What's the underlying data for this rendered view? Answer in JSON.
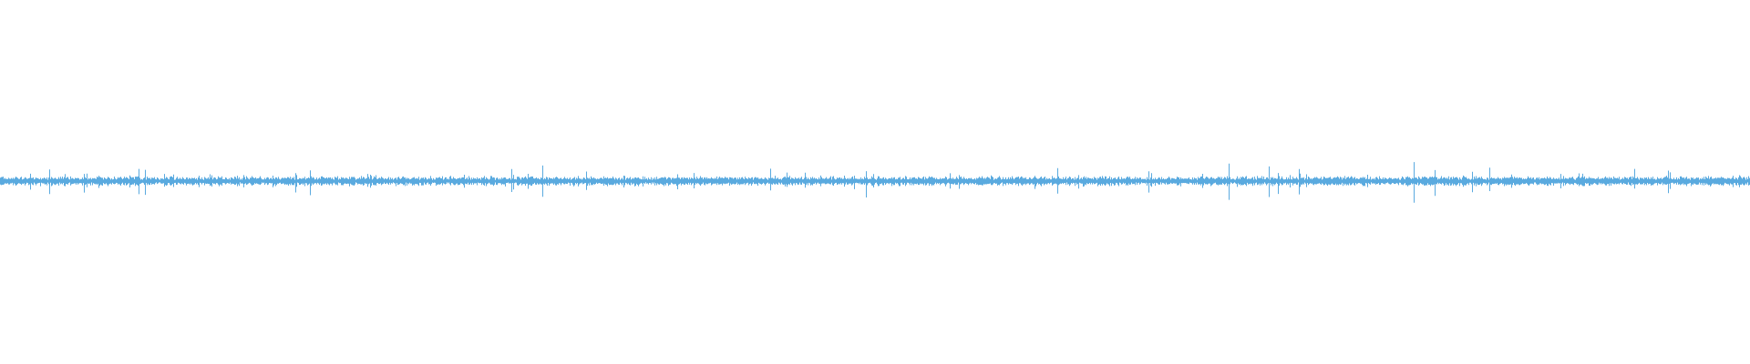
{
  "waveform": {
    "color": "#5aaadf",
    "background": "#ffffff",
    "level": 0.03,
    "seed": 20240617,
    "spikes": [
      {
        "position": 0.028,
        "amplitude": 0.09
      },
      {
        "position": 0.048,
        "amplitude": 0.07
      },
      {
        "position": 0.079,
        "amplitude": 0.1
      },
      {
        "position": 0.083,
        "amplitude": 0.08
      },
      {
        "position": 0.169,
        "amplitude": 0.07
      },
      {
        "position": 0.177,
        "amplitude": 0.09
      },
      {
        "position": 0.292,
        "amplitude": 0.08
      },
      {
        "position": 0.31,
        "amplitude": 0.1
      },
      {
        "position": 0.335,
        "amplitude": 0.07
      },
      {
        "position": 0.44,
        "amplitude": 0.07
      },
      {
        "position": 0.495,
        "amplitude": 0.09
      },
      {
        "position": 0.604,
        "amplitude": 0.08
      },
      {
        "position": 0.656,
        "amplitude": 0.07
      },
      {
        "position": 0.702,
        "amplitude": 0.12
      },
      {
        "position": 0.725,
        "amplitude": 0.1
      },
      {
        "position": 0.73,
        "amplitude": 0.08
      },
      {
        "position": 0.742,
        "amplitude": 0.09
      },
      {
        "position": 0.808,
        "amplitude": 0.14
      },
      {
        "position": 0.82,
        "amplitude": 0.09
      },
      {
        "position": 0.841,
        "amplitude": 0.08
      },
      {
        "position": 0.851,
        "amplitude": 0.1
      },
      {
        "position": 0.934,
        "amplitude": 0.07
      },
      {
        "position": 0.953,
        "amplitude": 0.08
      }
    ]
  }
}
